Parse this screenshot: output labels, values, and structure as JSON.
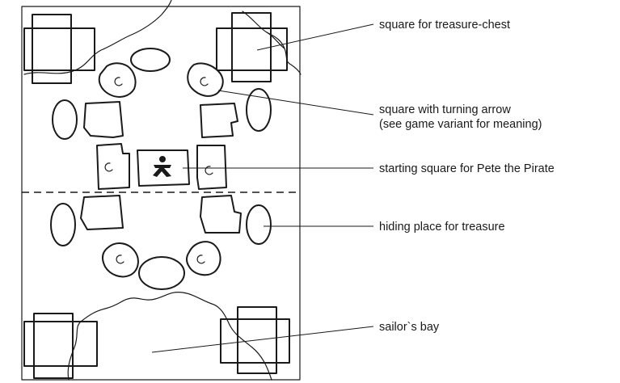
{
  "labels": {
    "treasure_chest": "square for treasure-chest",
    "turning_arrow_1": "square with turning arrow",
    "turning_arrow_2": "(see game variant for meaning)",
    "starting_square": "starting square for Pete the Pirate",
    "hiding_place": "hiding place for treasure",
    "sailors_bay": "sailor`s bay"
  },
  "icons": {
    "turning_arrow": "turning-arrow-icon",
    "pirate": "pirate-figure-icon"
  }
}
